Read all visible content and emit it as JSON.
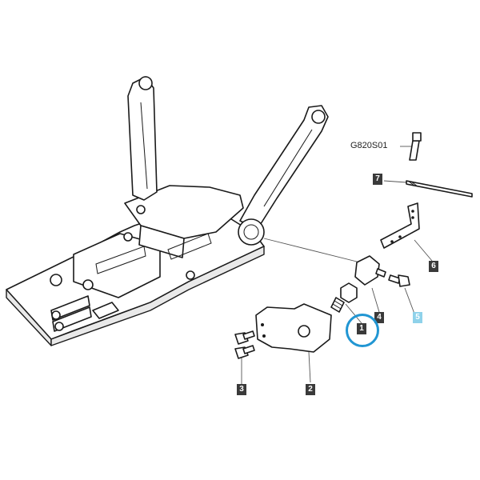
{
  "diagram": {
    "reference_code": "G820S01",
    "callouts": [
      {
        "id": "1",
        "name": "callout-1",
        "highlighted": true
      },
      {
        "id": "2",
        "name": "callout-2",
        "highlighted": false
      },
      {
        "id": "3",
        "name": "callout-3",
        "highlighted": false
      },
      {
        "id": "4",
        "name": "callout-4",
        "highlighted": false
      },
      {
        "id": "5",
        "name": "callout-5",
        "highlighted": false,
        "accent": true
      },
      {
        "id": "6",
        "name": "callout-6",
        "highlighted": false
      },
      {
        "id": "7",
        "name": "callout-7",
        "highlighted": false
      }
    ],
    "colors": {
      "label_bg": "#3a3a3a",
      "label_accent_bg": "#8fd2ea",
      "highlight_ring": "#2196d3",
      "line": "#1a1a1a"
    }
  }
}
